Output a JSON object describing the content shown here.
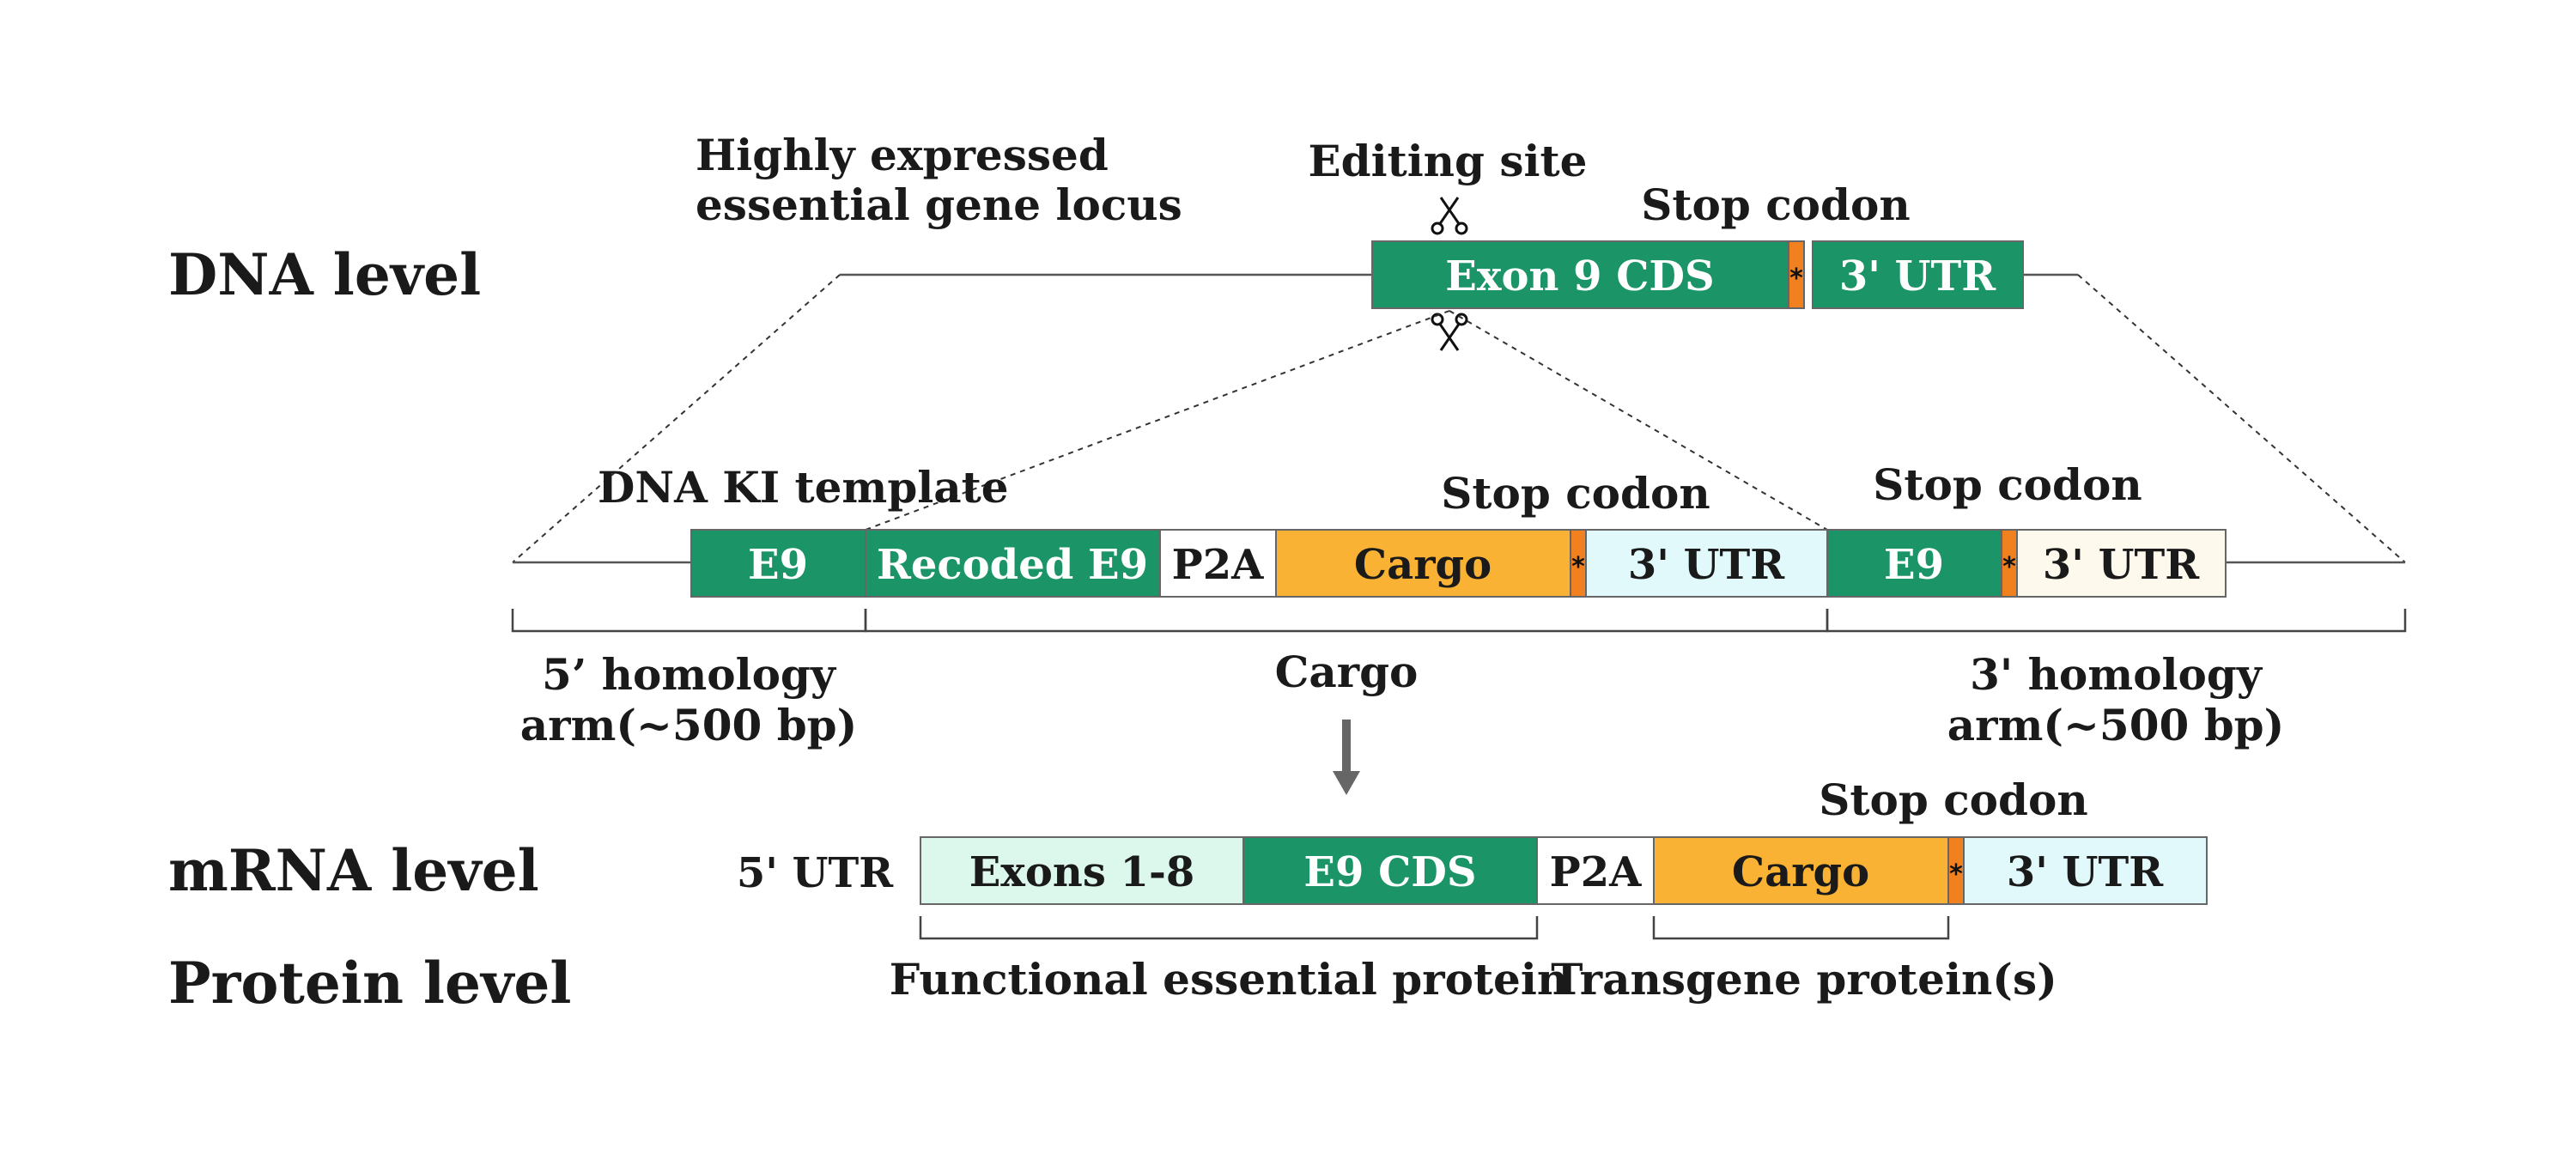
{
  "colors": {
    "green": "#1b9467",
    "orange": "#f1801f",
    "gold": "#f9b233",
    "white": "#ffffff",
    "light_cyan": "#e1f9fb",
    "light_mint": "#dcf7ec",
    "cream": "#fdf9ec",
    "line": "#555555",
    "arrow": "#666666"
  },
  "rows": {
    "dna": "DNA level",
    "mrna": "mRNA level",
    "protein": "Protein level"
  },
  "dna": {
    "locus_label_line1": "Highly expressed",
    "locus_label_line2": "essential gene locus",
    "editing_site": "Editing site",
    "stop_codon": "Stop codon",
    "exon9": "Exon 9 CDS",
    "utr": "3' UTR",
    "stop_symbol": "*",
    "scissors_icon": "scissors-icon"
  },
  "template": {
    "title": "DNA KI template",
    "stop_codon_1": "Stop codon",
    "stop_codon_2": "Stop codon",
    "e9": "E9",
    "recoded_e9": "Recoded E9",
    "p2a": "P2A",
    "cargo": "Cargo",
    "utr_1": "3' UTR",
    "e9_2": "E9",
    "utr_2": "3' UTR",
    "stop_symbol": "*",
    "arm5_line1": "5’ homology",
    "arm5_line2": "arm(~500 bp)",
    "cargo_bracket": "Cargo",
    "arm3_line1": "3' homology",
    "arm3_line2": "arm(~500 bp)"
  },
  "mrna": {
    "utr5": "5' UTR",
    "stop_codon": "Stop codon",
    "exons": "Exons 1-8",
    "e9_cds": "E9 CDS",
    "p2a": "P2A",
    "cargo": "Cargo",
    "utr3": "3' UTR",
    "stop_symbol": "*"
  },
  "protein": {
    "functional": "Functional essential protein",
    "transgene": "Transgene protein(s)"
  }
}
